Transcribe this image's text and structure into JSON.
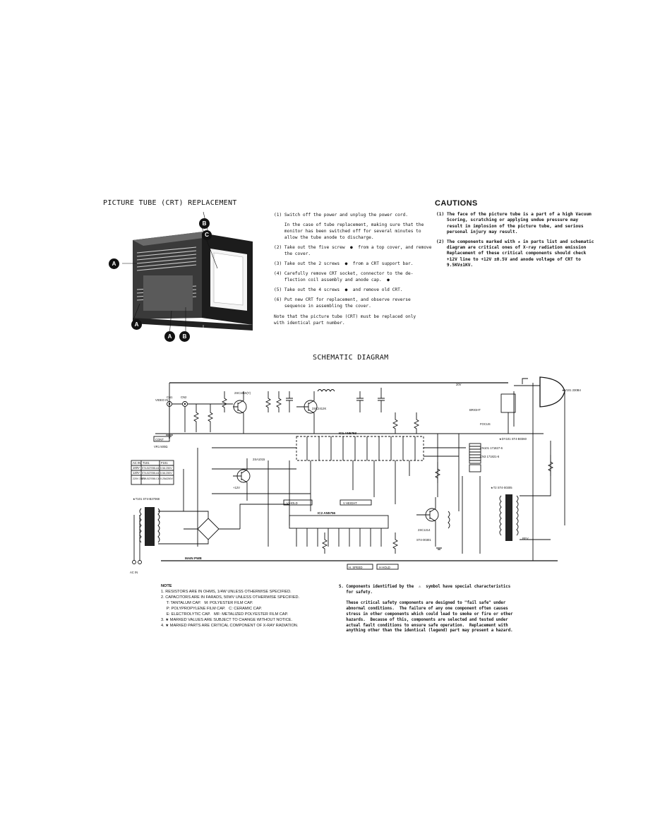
{
  "left_section": {
    "title": "PICTURE TUBE (CRT) REPLACEMENT",
    "callouts": [
      "A",
      "A",
      "A",
      "B",
      "B",
      "C"
    ]
  },
  "steps": [
    "(1) Switch off the power and unplug the power cord.",
    "    In the case of tube replacement, making sure that the\n    monitor has been switched off for several minutes to\n    allow the tube anode to discharge.",
    "(2) Take out the five screw  ●  from a top cover, and remove\n    the cover.",
    "(3) Take out the 2 screws  ●  from a CRT support bar.",
    "(4) Carefully remove CRT socket, connector to the de-\n    flection coil assembly and anode cap.  ●",
    "(5) Take out the 4 screws  ●  and remove old CRT.",
    "(6) Put new CRT for replacement, and observe reverse\n    sequence in assembling the cover.",
    "Note that the picture tube (CRT) must be replaced only\nwith identical part number."
  ],
  "cautions": {
    "title": "CAUTIONS",
    "items": [
      "(1) The face of the picture tube is a part of a high Vacuum\n    Scoring, scratching or applying undue pressure may\n    result in implosion of the picture tube, and serious\n    personal injury may result.",
      "(2) The components marked with ★ in parts list and schematic\n    diagram are critical ones of X-ray radiation emission\n    Replacement of these critical components should check\n    +12V line to +12V ±0.5V and anode voltage of CRT to\n    9.5KV±1KV."
    ]
  },
  "schematic": {
    "title": "SCHEMATIC DIAGRAM",
    "labels": {
      "video_in": "VIDEO IN",
      "cn1": "CN1",
      "cn2": "CN2",
      "cont": "CONT",
      "vr1": "VR1\n500Ω",
      "q1": "2SC1815(Y)",
      "q2": "2SC2412K",
      "q3": "2SA1015",
      "ic1": "IC1        AN5753",
      "ic2": "IC2        AN5756",
      "v_hold": "V HOLD",
      "v_height": "V HEIGHT",
      "h_hold": "H HOLD",
      "v_hold2": "H. SPEED",
      "bright": "BRIGHT",
      "focus": "FOCUS",
      "v101": "★V101\n230B4",
      "t2": "★T2  ST4-00305",
      "t101": "★T101\nST4-B27068",
      "main_pwb": "MAIN PWB",
      "ac_in": "AC IN",
      "rev": "REV",
      "dy": "★DY101\nST4-B0360",
      "cn101": "CN101\n171827-6",
      "cn3": "CN3\n171821-6",
      "v20": "20V",
      "v12": "+12V",
      "h_t": "2SC1214",
      "st4": "ST4-00301"
    },
    "ac_table": {
      "headers": [
        "AC IN",
        "T101",
        "F101"
      ],
      "rows": [
        [
          "100V",
          "ST4-B27058-A4",
          "0.5A 250V"
        ],
        [
          "120V",
          "ST4-B27058-A4",
          "0.5A 250V"
        ],
        [
          "220V\n240V",
          "ST4-B27058-C4",
          "0.25A250V"
        ]
      ]
    }
  },
  "notes": {
    "heading": "NOTE",
    "items": [
      "1. RESISTORS ARE IN OHMS, 1/4W UNLESS OTHERWISE SPECIFIED.",
      "2. CAPACITORS ARE IN FARADS, 50WV UNLESS OTHERWISE SPECIFIED.",
      "     T: TANTALUM CAP.   M: POLYESTER FILM CAP.",
      "     P: POLYPROPYLENE FILM CAP.   C: CERAMIC CAP.",
      "     E: ELECTROLYTIC CAP.   MF: METALIZED POLYESTER FILM CAP.",
      "3. ★ MARKED VALUES ARE SUBJECT TO CHANGE WITHOUT NOTICE.",
      "4. ★ MARKED PARTS ARE CRITICAL COMPONENT OF X-RAY RADIATION."
    ],
    "item5": "5. Components identified by the  ⚠  symbol have special characteristics\n   for safety.\n\n   These critical safety components are designed to \"fail safe\" under\n   abnormal conditions.  The failure of any one component often causes\n   stress in other components which could lead to smoke or fire or other\n   hazards.  Because of this, components are selected and tested under\n   actual fault conditions to ensure safe operation.  Replacement with\n   anything other than the identical (legend) part may present a hazard."
  }
}
